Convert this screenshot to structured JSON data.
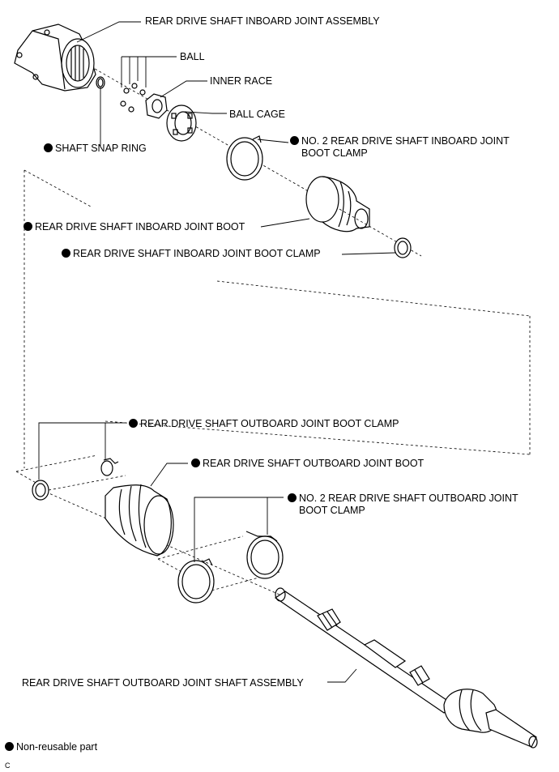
{
  "labels": {
    "inboard_joint_assembly": "REAR DRIVE SHAFT INBOARD JOINT ASSEMBLY",
    "ball": "BALL",
    "inner_race": "INNER RACE",
    "ball_cage": "BALL CAGE",
    "shaft_snap_ring": "SHAFT SNAP RING",
    "no2_inboard_boot_clamp_line1": "NO. 2 REAR DRIVE SHAFT INBOARD JOINT",
    "no2_inboard_boot_clamp_line2": "BOOT CLAMP",
    "inboard_joint_boot": "REAR DRIVE SHAFT INBOARD JOINT BOOT",
    "inboard_joint_boot_clamp": "REAR DRIVE SHAFT INBOARD JOINT BOOT CLAMP",
    "outboard_joint_boot_clamp": "REAR DRIVE SHAFT OUTBOARD JOINT BOOT CLAMP",
    "outboard_joint_boot": "REAR DRIVE SHAFT OUTBOARD JOINT BOOT",
    "no2_outboard_boot_clamp_line1": "NO. 2 REAR DRIVE SHAFT OUTBOARD JOINT",
    "no2_outboard_boot_clamp_line2": "BOOT CLAMP",
    "outboard_shaft_assembly": "REAR DRIVE SHAFT OUTBOARD JOINT SHAFT ASSEMBLY"
  },
  "legend": {
    "non_reusable": "Non-reusable part"
  },
  "figure_code": "C"
}
